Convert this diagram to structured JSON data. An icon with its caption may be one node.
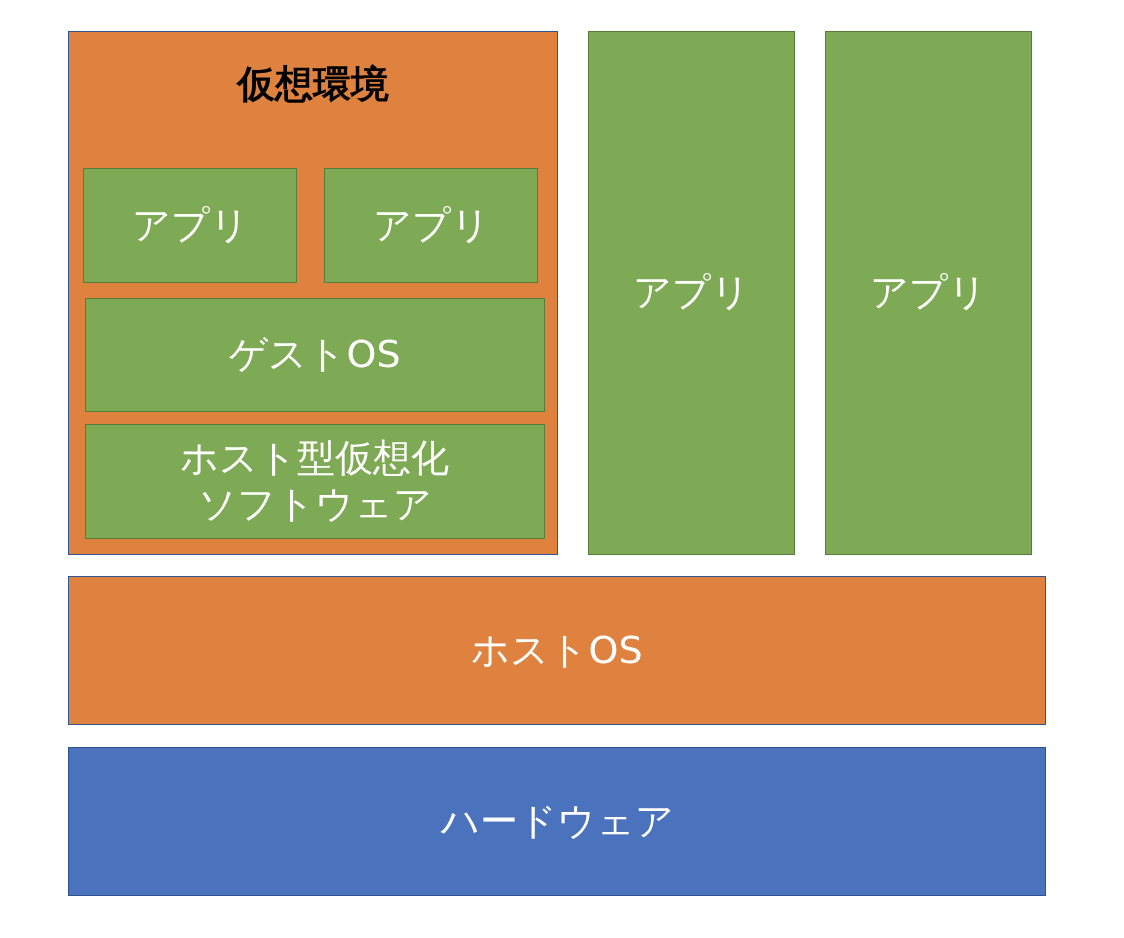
{
  "diagram": {
    "nodes": [
      {
        "text": [
          "仮想環境"
        ]
      },
      {
        "text": [
          "アプリ"
        ],
        "in": 0
      },
      {
        "text": [
          "アプリ"
        ],
        "in": 0
      },
      {
        "text": [
          "ゲストOS"
        ],
        "in": 0
      },
      {
        "text": [
          "ホスト型仮想化ソフトウェア"
        ],
        "in": 0
      },
      {
        "text": [
          "アプリ"
        ]
      },
      {
        "text": [
          "アプリ"
        ]
      },
      {
        "text": [
          "ホストOS"
        ]
      },
      {
        "text": [
          "ハードウェア"
        ]
      }
    ]
  }
}
